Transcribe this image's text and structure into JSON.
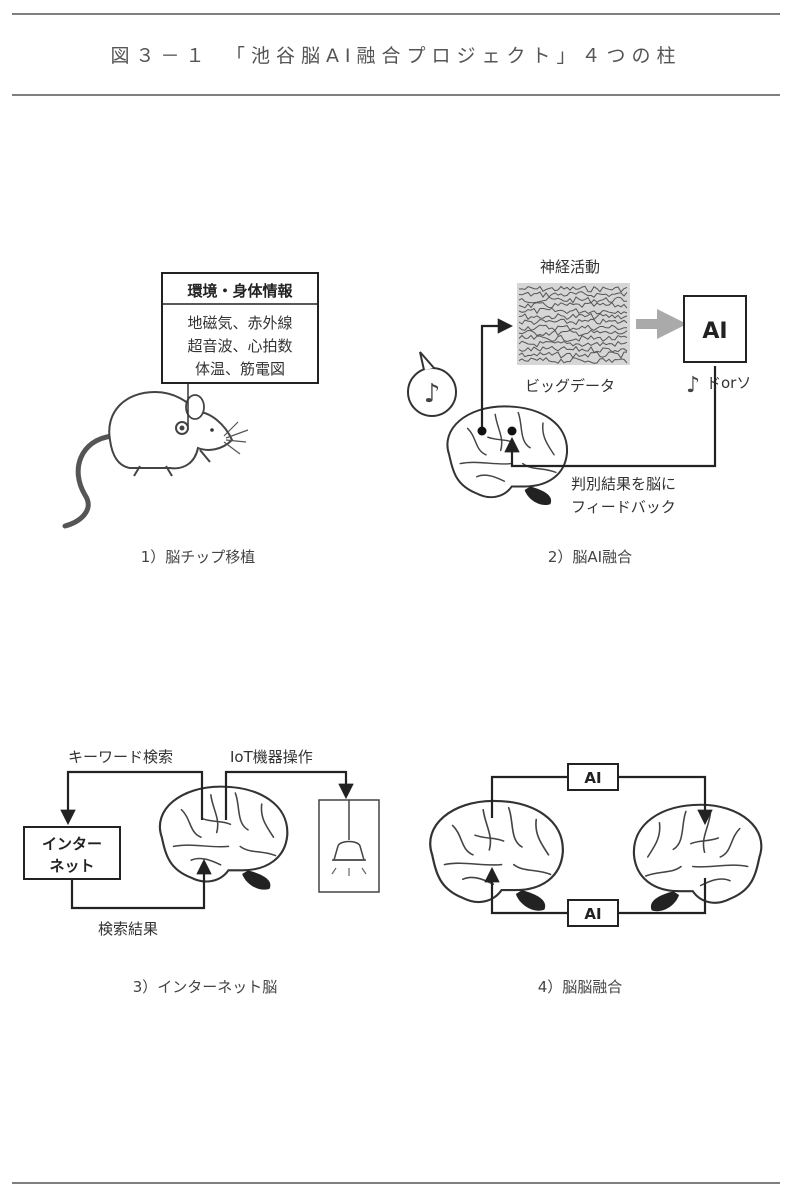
{
  "figure": {
    "title": "図３－１　「池谷脳AI融合プロジェクト」４つの柱"
  },
  "panel1": {
    "caption": "1）脳チップ移植",
    "box_title": "環境・身体情報",
    "box_lines": [
      "地磁気、赤外線",
      "超音波、心拍数",
      "体温、筋電図"
    ]
  },
  "panel2": {
    "caption": "2）脳AI融合",
    "top_label": "神経活動",
    "data_label": "ビッグデータ",
    "ai_label": "AI",
    "output_label": "ドorソ",
    "note_glyph": "♪",
    "feedback_lines": [
      "判別結果を脳に",
      "フィードバック"
    ]
  },
  "panel3": {
    "caption": "3）インターネット脳",
    "keyword_label": "キーワード検索",
    "iot_label": "IoT機器操作",
    "box_lines": [
      "インター",
      "ネット"
    ],
    "result_label": "検索結果"
  },
  "panel4": {
    "caption": "4）脳脳融合",
    "ai_top": "AI",
    "ai_bottom": "AI"
  }
}
